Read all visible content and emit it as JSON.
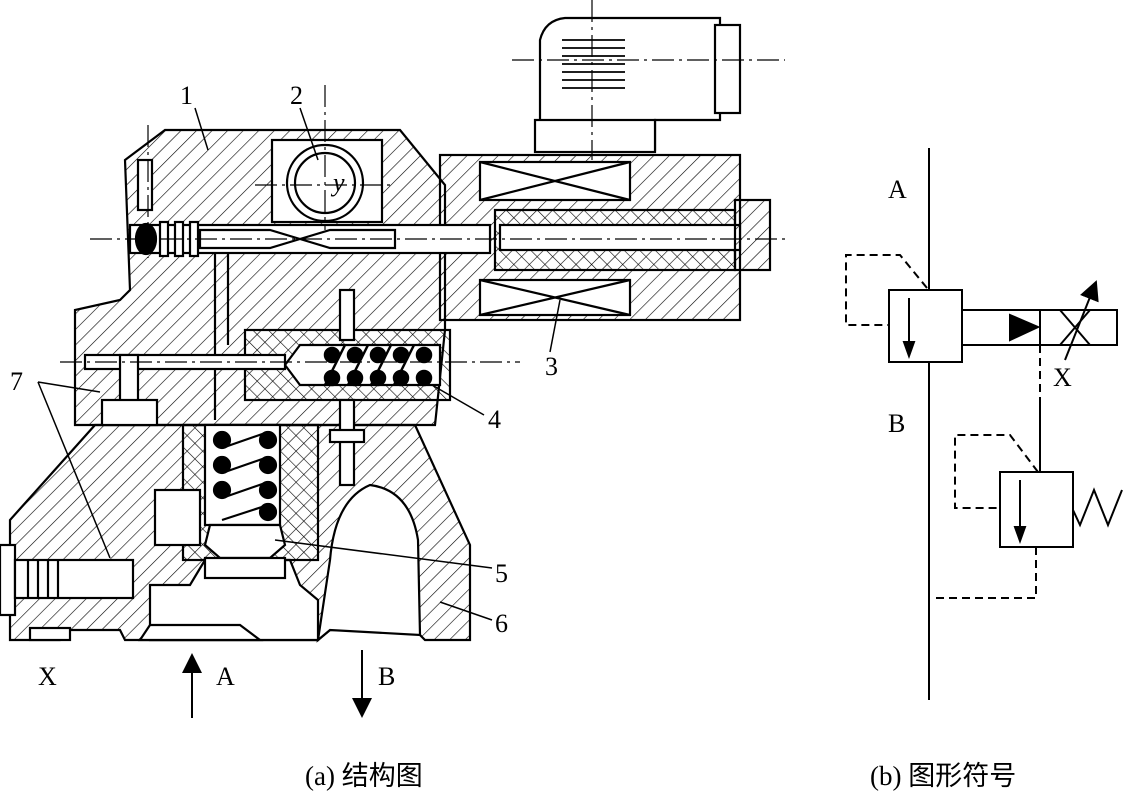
{
  "diagram": {
    "structure": {
      "caption": "(a) 结构图",
      "part_labels": [
        "1",
        "2",
        "3",
        "4",
        "5",
        "6",
        "7"
      ],
      "y_label": "y",
      "port_labels": {
        "x": "X",
        "a": "A",
        "b": "B"
      }
    },
    "symbol": {
      "caption": "(b) 图形符号",
      "port_labels": {
        "a": "A",
        "b": "B",
        "x": "X"
      }
    }
  },
  "colors": {
    "ink": "#000000",
    "background": "#ffffff"
  }
}
